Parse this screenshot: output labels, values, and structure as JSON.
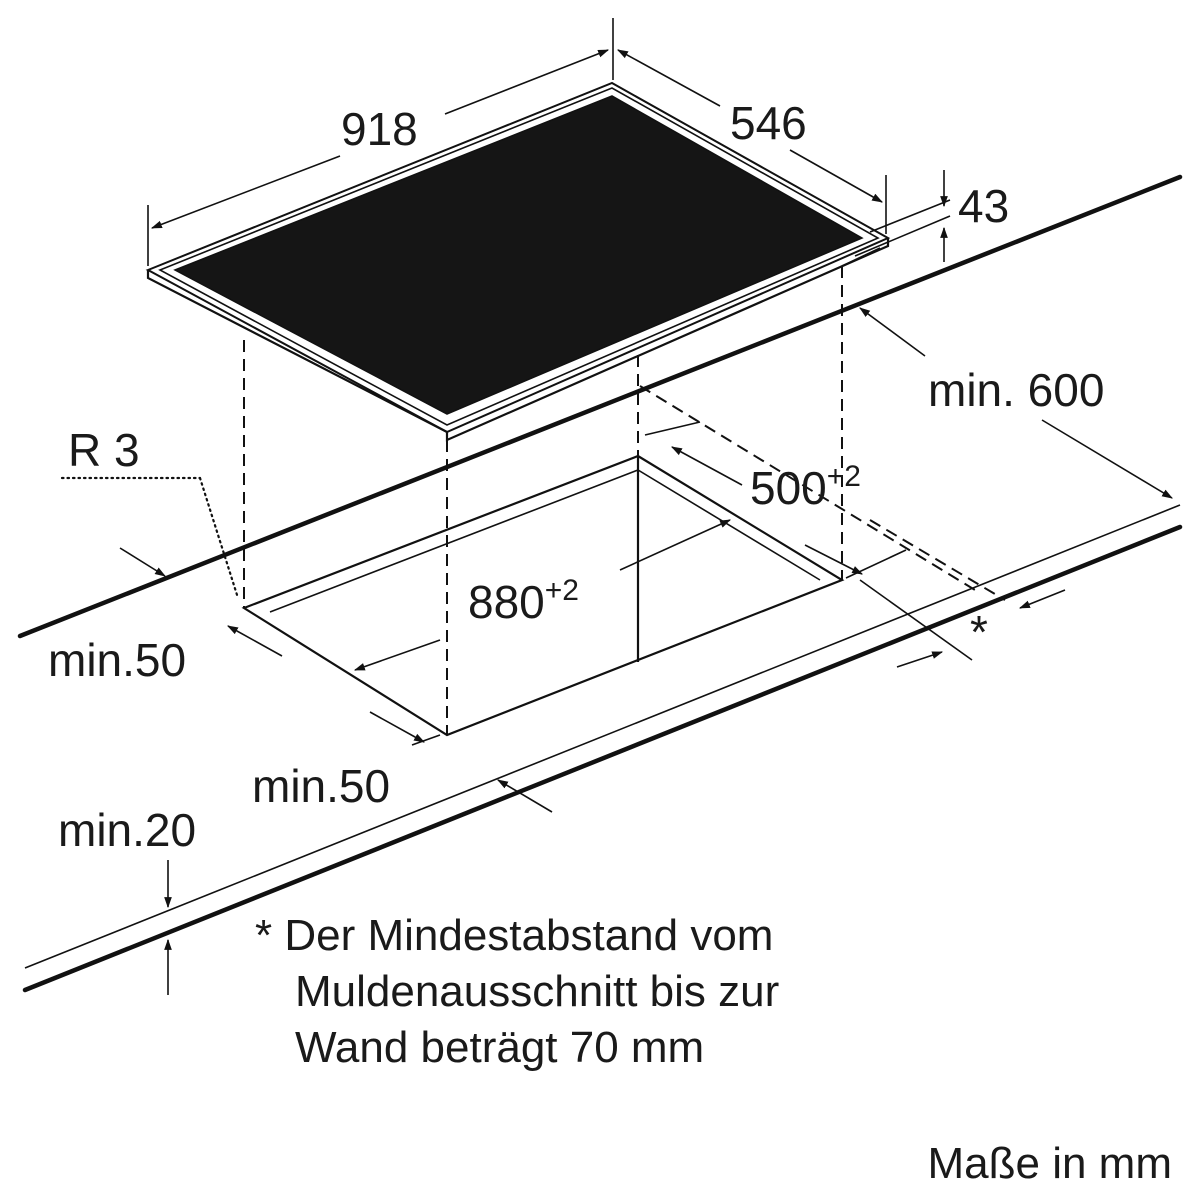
{
  "diagram": {
    "dimensions": {
      "width": "918",
      "depth": "546",
      "height": "43",
      "worktop_depth": "min. 600",
      "radius": "R 3",
      "cutout_depth": "500",
      "cutout_depth_tol": "+2",
      "cutout_width": "880",
      "cutout_width_tol": "+2",
      "side_left": "min.50",
      "front": "min.50",
      "worktop_thickness": "min.20",
      "wall_marker": "*"
    },
    "note": {
      "line1": "* Der Mindestabstand vom",
      "line2": "Muldenausschnitt bis zur",
      "line3": "Wand beträgt 70 mm"
    },
    "units": "Maße in mm"
  }
}
